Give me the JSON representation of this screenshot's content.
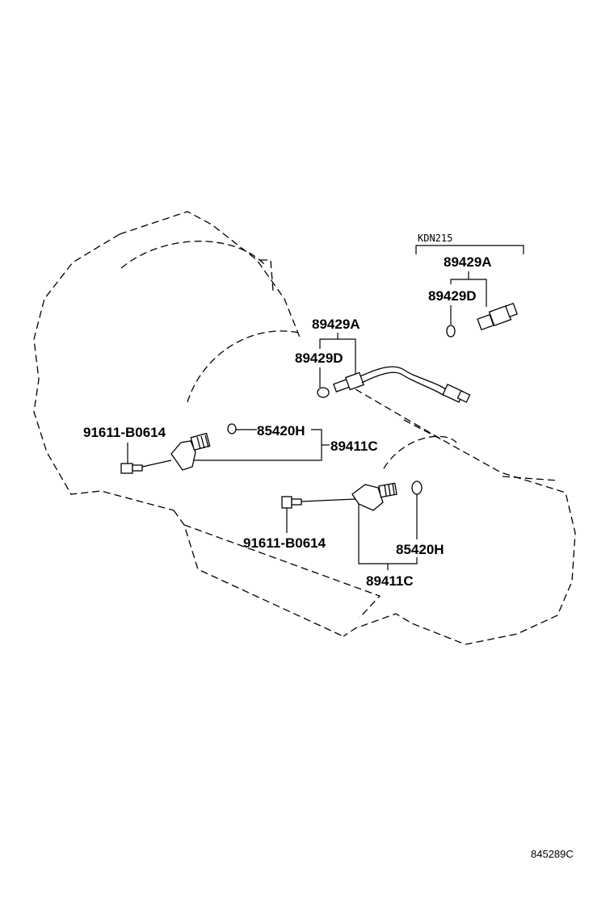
{
  "labels": {
    "kdn215": "KDN215",
    "upper_sensor_group": {
      "a": "89429A",
      "d": "89429D"
    },
    "mid_sensor_group": {
      "a": "89429A",
      "d": "89429D"
    },
    "left_bolt": "91611-B0614",
    "left_oring": "85420H",
    "left_sensor": "89411C",
    "right_bolt": "91611-B0614",
    "right_oring": "85420H",
    "right_sensor": "89411C",
    "figure_code": "845289C"
  }
}
